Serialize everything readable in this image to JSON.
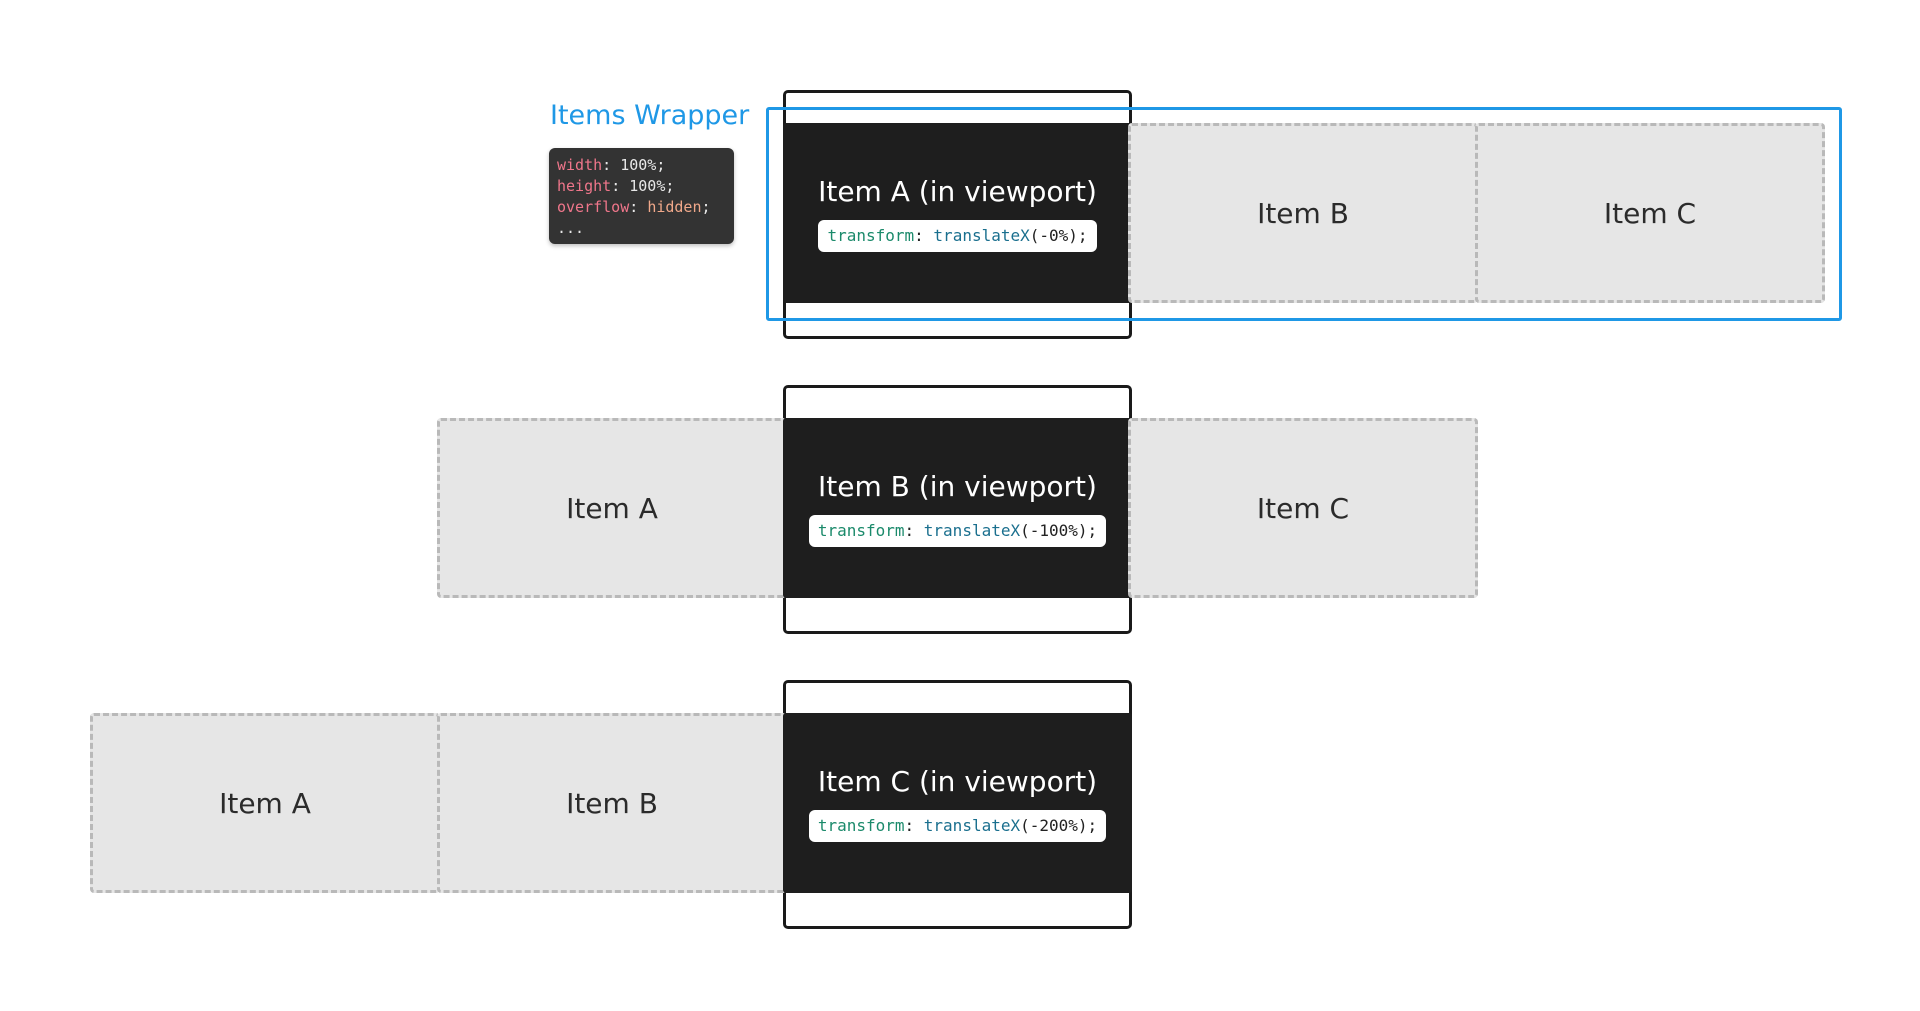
{
  "wrapper": {
    "title": "Items Wrapper",
    "css": [
      {
        "prop": "width",
        "value": "100%"
      },
      {
        "prop": "height",
        "value": "100%"
      },
      {
        "prop": "overflow",
        "value": "hidden"
      }
    ],
    "ellipsis": "...",
    "accent_color": "#1f98e6"
  },
  "rows": [
    {
      "items": [
        "Item A (in viewport)",
        "Item B",
        "Item C"
      ],
      "code": {
        "prop": "transform",
        "fn": "translateX",
        "arg": "(-0%);"
      }
    },
    {
      "items": [
        "Item A",
        "Item B (in viewport)",
        "Item C"
      ],
      "code": {
        "prop": "transform",
        "fn": "translateX",
        "arg": "(-100%);"
      }
    },
    {
      "items": [
        "Item A",
        "Item B",
        "Item C (in viewport)"
      ],
      "code": {
        "prop": "transform",
        "fn": "translateX",
        "arg": "(-200%);"
      }
    }
  ],
  "colors": {
    "active_item": "#1e1e1e",
    "ghost_item": "#e6e6e6",
    "ghost_border": "#b9b9b9",
    "code_property": "#1b8a6b",
    "code_function": "#1a6f8e"
  }
}
